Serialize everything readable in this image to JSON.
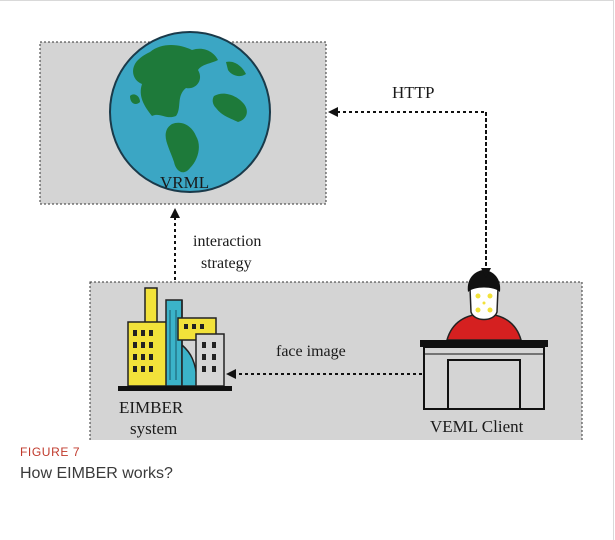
{
  "diagram": {
    "nodes": {
      "vrml": "VRML",
      "eimber_line1": "EIMBER",
      "eimber_line2": "system",
      "client": "VEML Client"
    },
    "edges": {
      "http": "HTTP",
      "interaction_line1": "interaction",
      "interaction_line2": "strategy",
      "face_image": "face image"
    }
  },
  "caption": {
    "label": "FIGURE 7",
    "text": "How EIMBER works?"
  },
  "colors": {
    "panel": "#d4d4d4",
    "ocean": "#3ba6c4",
    "land": "#1e7a3a",
    "person_shirt": "#d52020",
    "building_yellow": "#f2e23a",
    "building_cyan": "#3bb3c9"
  }
}
